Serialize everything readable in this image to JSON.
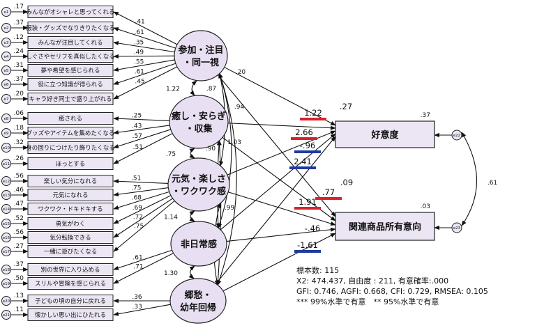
{
  "observed": [
    {
      "label": "みんながオシャレと思ってくれる",
      "err": "e1",
      "load": ".41",
      "r2": ".17"
    },
    {
      "label": "服装・グッズでなりきりたくなる",
      "err": "e2",
      "load": ".61",
      "r2": ".37"
    },
    {
      "label": "みんなが注目してくれる",
      "err": "e3",
      "load": ".35",
      "r2": ".12"
    },
    {
      "label": "しぐさやセリフを真似したくなる",
      "err": "e4",
      "load": ".49",
      "r2": ".24"
    },
    {
      "label": "夢や希望を感じられる",
      "err": "e5",
      "load": ".55",
      "r2": ".31"
    },
    {
      "label": "役に立つ知識が得られる",
      "err": "e6",
      "load": ".61",
      "r2": ".37"
    },
    {
      "label": "キャラ好き同士で盛り上がれる",
      "err": "e7",
      "load": ".45",
      "r2": ".20"
    },
    {
      "label": "癒される",
      "err": "e8",
      "load": ".25",
      "r2": ".06"
    },
    {
      "label": "グッズやアイテムを集めたくなる",
      "err": "e9",
      "load": ".43",
      "r2": ".18"
    },
    {
      "label": "身の回りにつけたり飾りたくなる",
      "err": "e10",
      "load": ".57",
      "r2": ".32"
    },
    {
      "label": "ほっとする",
      "err": "e11",
      "load": ".51",
      "r2": ".26"
    },
    {
      "label": "楽しい気分になれる",
      "err": "e12",
      "load": ".51",
      "r2": ".56"
    },
    {
      "label": "元気になれる",
      "err": "e13",
      "load": ".75",
      "r2": ".46"
    },
    {
      "label": "ワクワク・ドキドキする",
      "err": "e14",
      "load": ".68",
      "r2": ".47"
    },
    {
      "label": "勇気がわく",
      "err": "e15",
      "load": ".69",
      "r2": ".52"
    },
    {
      "label": "気分転換できる",
      "err": "e16",
      "load": ".72",
      "r2": ".56"
    },
    {
      "label": "一緒に遊びたくなる",
      "err": "e17",
      "load": ".75",
      "r2": ".27"
    },
    {
      "label": "別の世界に入り込める",
      "err": "e18",
      "load": ".61",
      "r2": ".37"
    },
    {
      "label": "スリルや冒険を感じられる",
      "err": "e19",
      "load": ".71",
      "r2": ".50"
    },
    {
      "label": "子どもの頃の自分に戻れる",
      "err": "e20",
      "load": ".36",
      "r2": ".13"
    },
    {
      "label": "懐かしい思い出にひたれる",
      "err": "e21",
      "load": ".33",
      "r2": ".11"
    }
  ],
  "latents": [
    {
      "line1": "参加・注目",
      "line2": "・同一視"
    },
    {
      "line1": "癒し・安らぎ",
      "line2": "・収集"
    },
    {
      "line1": "元気・楽しさ",
      "line2": "・ワクワク感"
    },
    {
      "line1": "非日常感",
      "line2": ""
    },
    {
      "line1": "郷愁・",
      "line2": "幼年回帰"
    }
  ],
  "outcomes": [
    {
      "label": "好意度",
      "err": "e22",
      "r2": ".37"
    },
    {
      "label": "関連商品所有意向",
      "err": "e23",
      "r2": ".03"
    }
  ],
  "latent_corr": [
    ".87",
    ".94",
    ".90",
    "1.03",
    ".99",
    ".20"
  ],
  "adjacent_corr": [
    "1.22",
    ".75",
    "1.14",
    "1.30"
  ],
  "structural": [
    {
      "value": ".27",
      "mark": "none"
    },
    {
      "value": "1.22",
      "mark": "red"
    },
    {
      "value": "2.66",
      "mark": "red"
    },
    {
      "value": "-.96",
      "mark": "blue"
    },
    {
      "value": "2.41",
      "mark": "blue"
    },
    {
      "value": ".09",
      "mark": "none"
    },
    {
      "value": ".77",
      "mark": "red"
    },
    {
      "value": "1.91",
      "mark": "red"
    },
    {
      "value": "-.46",
      "mark": "none"
    },
    {
      "value": "-1.61",
      "mark": "blue"
    }
  ],
  "error_corr": ".61",
  "mark_colors": {
    "red": "#d8232a",
    "blue": "#1f3a9e"
  },
  "stats": {
    "n": "標本数: 115",
    "chi": "X2: 474.437, 自由度 : 211, 有意確率:.000",
    "fit": "GFI: 0.746, AGFI: 0.668, CFI: 0.729, RMSEA: 0.105",
    "legend": "*** 99%水準で有意　** 95%水準で有意"
  }
}
